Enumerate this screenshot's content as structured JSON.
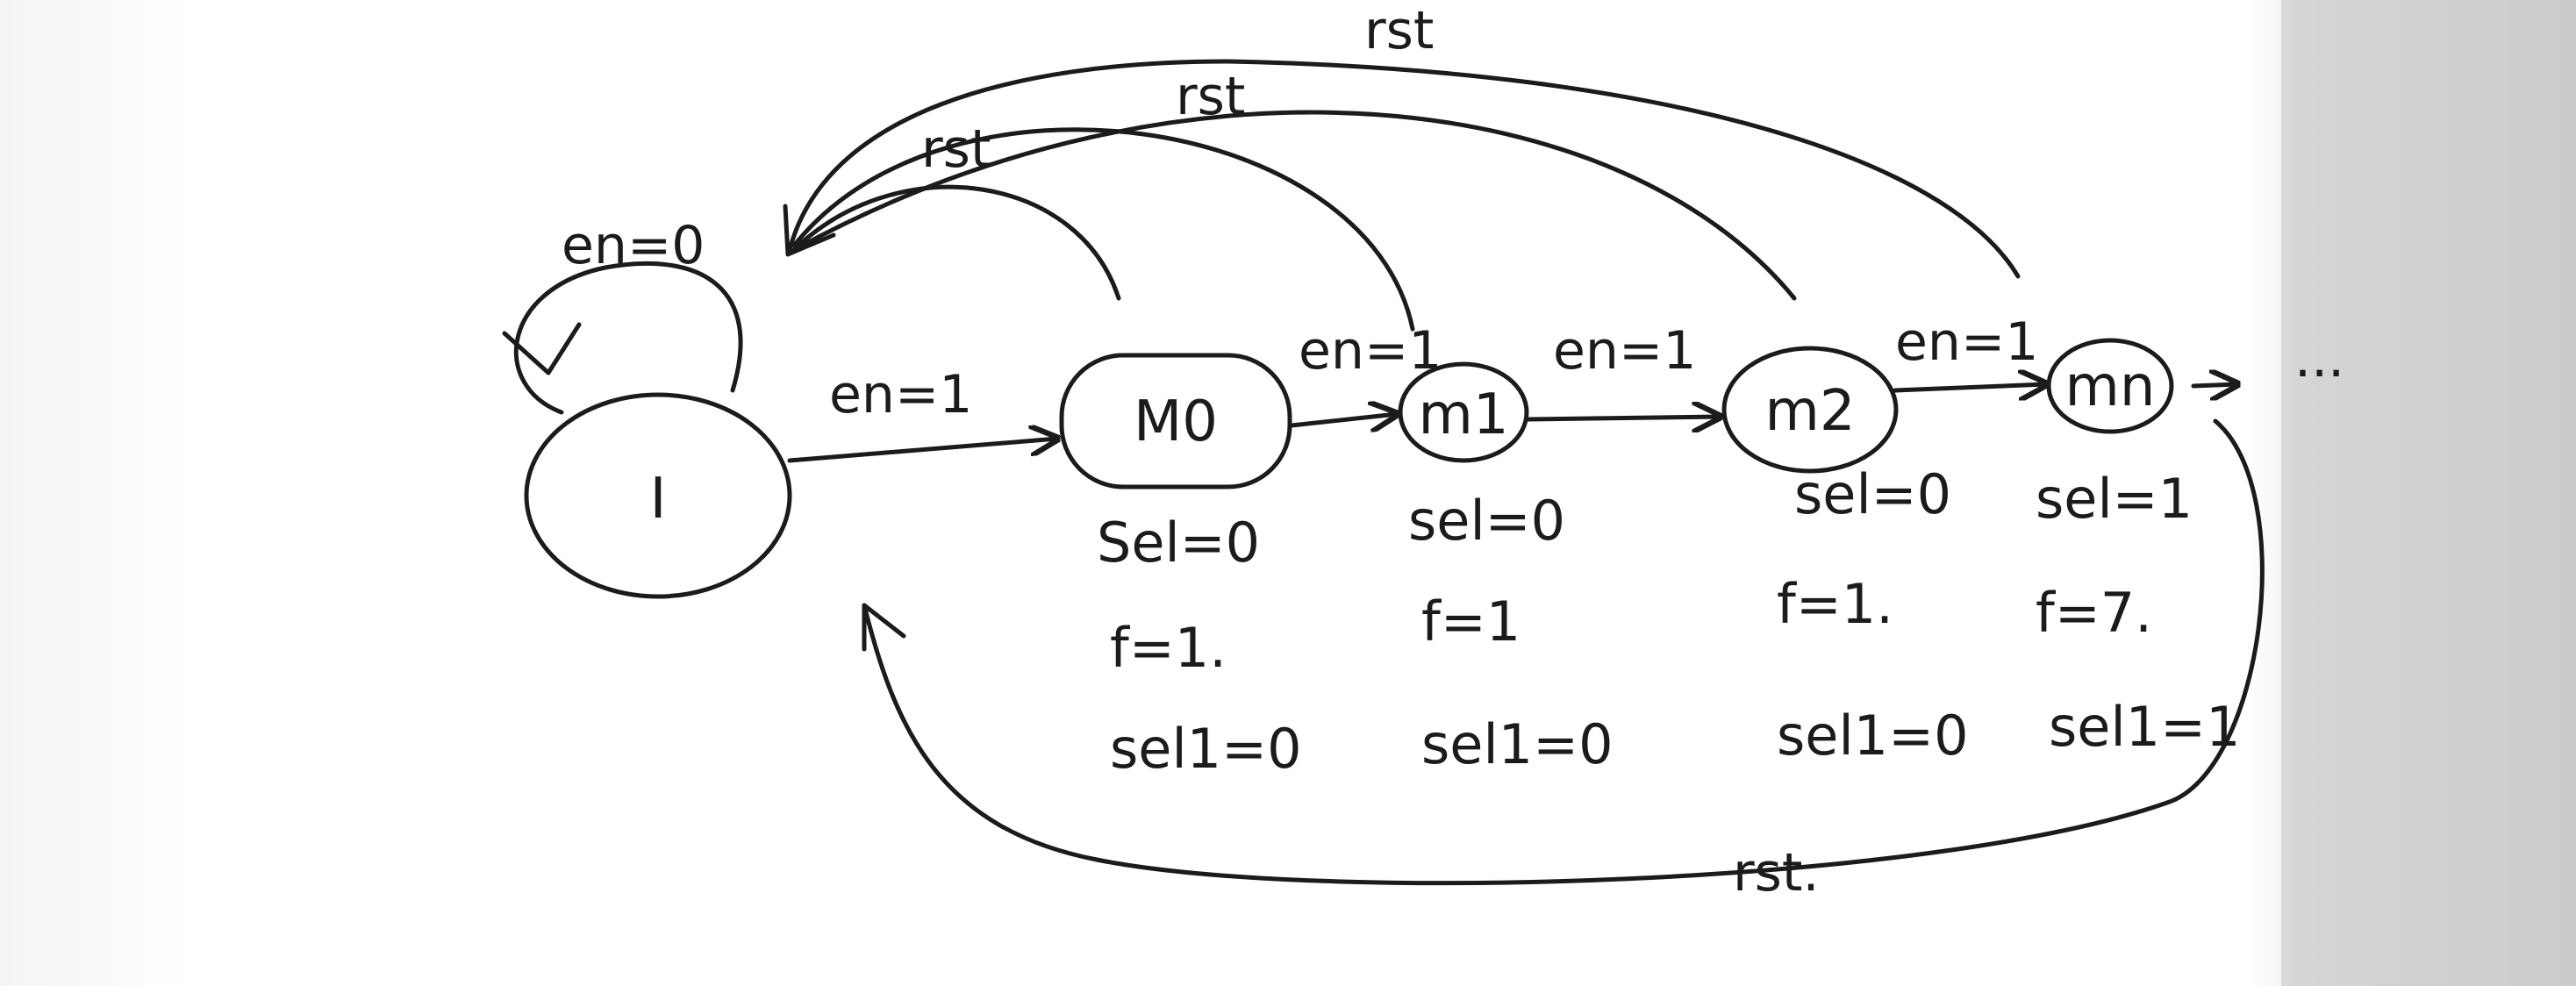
{
  "diagram": {
    "states": [
      {
        "id": "s0",
        "label": "I"
      },
      {
        "id": "s1",
        "label": "M0"
      },
      {
        "id": "s2",
        "label": "m1"
      },
      {
        "id": "s3",
        "label": "m2"
      },
      {
        "id": "s4",
        "label": "mn"
      }
    ],
    "continuation": "···",
    "edges": {
      "self_loop": "en=0",
      "s0_to_s1": "en=1",
      "s1_to_s2": "en=1",
      "s2_to_s3": "en=1",
      "s3_to_s4": "en=1",
      "rst_m0": "rst",
      "rst_m1": "rst",
      "rst_m2": "rst",
      "rst_mn": "rst."
    },
    "outputs": {
      "s1": [
        "Sel=0",
        "f=1.",
        "sel1=0"
      ],
      "s2": [
        "sel=0",
        "f=1",
        "sel1=0"
      ],
      "s3": [
        "sel=0",
        "f=1.",
        "sel1=0"
      ],
      "s4": [
        "sel=1",
        "f=7.",
        "sel1=1"
      ]
    }
  },
  "colors": {
    "ink": "#1b1b1b",
    "paper": "#ffffff"
  }
}
